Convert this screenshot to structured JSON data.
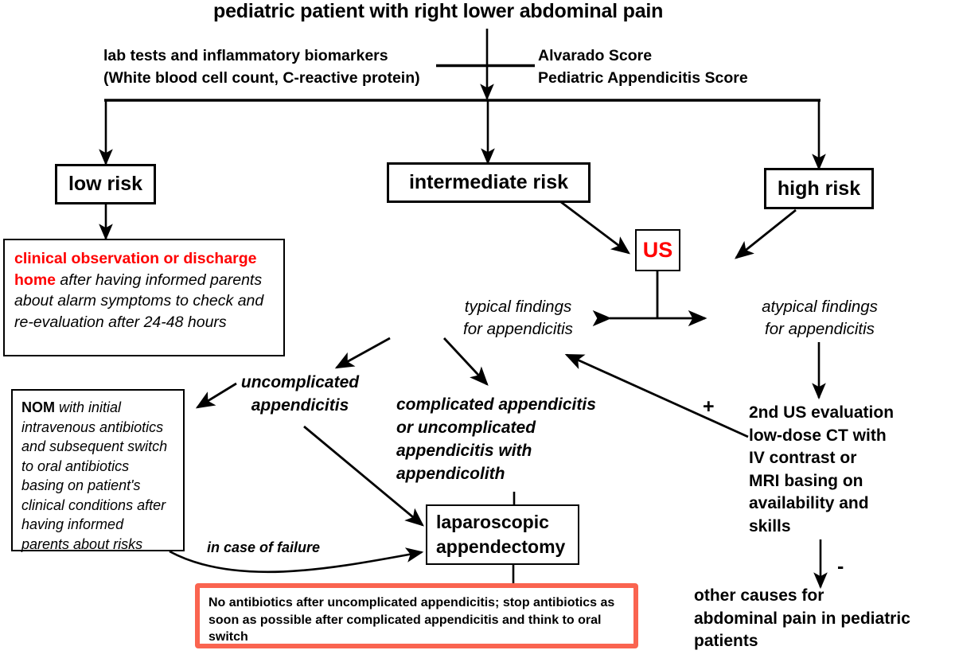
{
  "diagram": {
    "title": "pediatric patient with right lower abdominal pain",
    "assessment": {
      "left_line1": "lab tests and inflammatory biomarkers",
      "left_line2": "(White blood cell count, C-reactive protein)",
      "right_line1": "Alvarado Score",
      "right_line2": "Pediatric Appendicitis Score"
    },
    "risk_boxes": {
      "low": "low risk",
      "intermediate": "intermediate risk",
      "high": "high risk"
    },
    "us_box": "US",
    "observation_box": {
      "highlight": "clinical observation or discharge home",
      "rest": " after having informed parents about alarm symptoms to check and re-evaluation after 24-48 hours"
    },
    "findings": {
      "typical": "typical findings\nfor appendicitis",
      "atypical": "atypical findings\nfor appendicitis"
    },
    "uncomplicated_label": "uncomplicated\nappendicitis",
    "complicated_label": "complicated appendicitis\nor uncomplicated\nappendicitis with\nappendicolith",
    "nom_box": {
      "bold": "NOM",
      "rest": " with initial intravenous antibiotics and subsequent switch to oral antibiotics basing on patient's clinical conditions after having informed parents about risks"
    },
    "failure_label": "in case of failure",
    "laparoscopic_box": "laparoscopic\nappendectomy",
    "second_us": "2nd US evaluation\nlow-dose CT with\nIV contrast or\nMRI basing on\navailability and\nskills",
    "plus_sign": "+",
    "minus_sign": "-",
    "other_causes": "other causes for\nabdominal pain in pediatric\npatients",
    "antibiotic_box": "No antibiotics after uncomplicated appendicitis; stop antibiotics as soon as possible after complicated appendicitis and think to oral switch",
    "colors": {
      "highlight_red": "#ff0000",
      "box_outline_red": "#fa6450",
      "line_black": "#000000"
    }
  }
}
